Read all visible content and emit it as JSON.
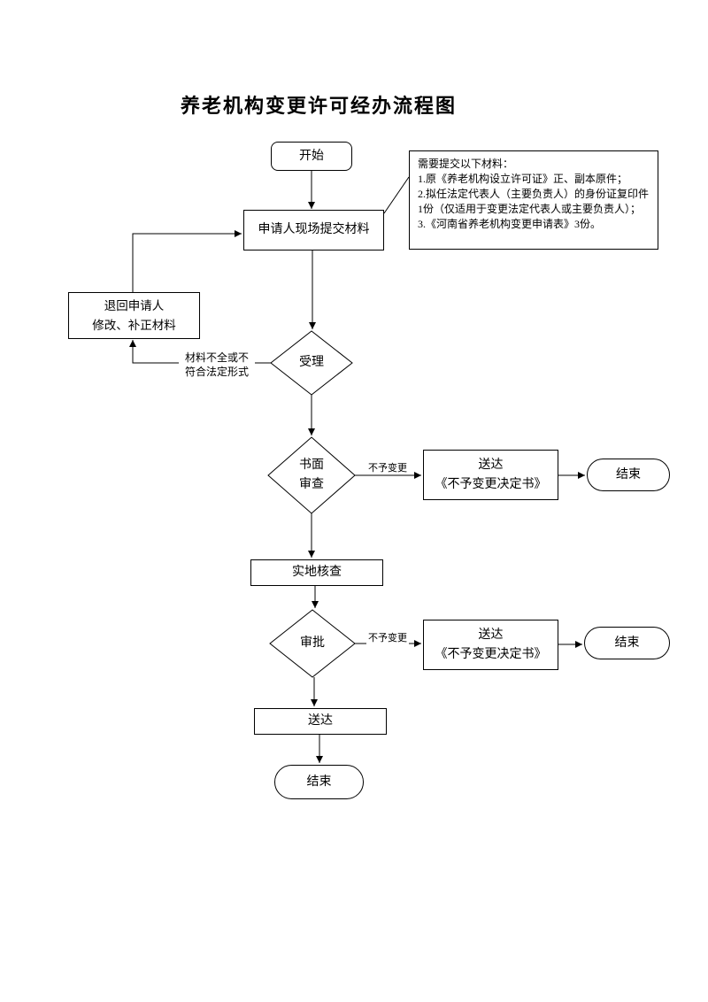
{
  "page": {
    "title": "养老机构变更许可经办流程图"
  },
  "nodes": {
    "start": "开始",
    "apply": "申请人现场提交材料",
    "return_applicant": "退回申请人\n修改、补正材料",
    "accept": "受理",
    "written_review": "书面\n审查",
    "deliver_rejection_1": "送达\n《不予变更决定书》",
    "end_1": "结束",
    "site_verification": "实地核查",
    "approval": "审批",
    "deliver_rejection_2": "送达\n《不予变更决定书》",
    "end_2": "结束",
    "deliver": "送达",
    "end_3": "结束"
  },
  "edge_labels": {
    "incomplete_materials": "材料不全或不\n符合法定形式",
    "no_change_1": "不予变更",
    "no_change_2": "不予变更"
  },
  "note": {
    "text": "需要提交以下材料：\n1.原《养老机构设立许可证》正、副本原件；\n2.拟任法定代表人（主要负责人）的身份证复印件\n1份（仅适用于变更法定代表人或主要负责人）；\n3.《河南省养老机构变更申请表》3份。"
  },
  "colors": {
    "line": "#000000",
    "background": "#ffffff",
    "text": "#000000"
  }
}
